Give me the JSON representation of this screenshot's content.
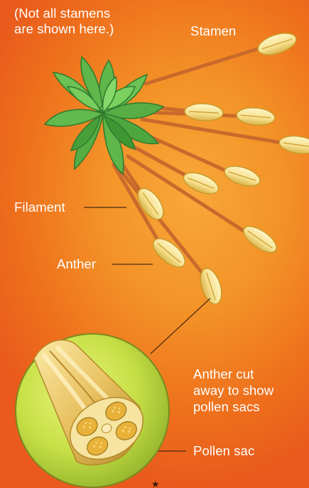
{
  "labels": {
    "note": "(Not all stamens\nare shown here.)",
    "stamen": "Stamen",
    "filament": "Filament",
    "anther": "Anther",
    "cutaway_caption": "Anther cut\naway to show\npollen sacs",
    "pollen_sac": "Pollen sac",
    "footer_star": "★"
  },
  "colors": {
    "background_center": "#f8a83a",
    "background_edge": "#e95a1c",
    "filament": "#c96a2c",
    "anther_fill": "#f8e7a0",
    "anther_outline": "#c99a2a",
    "leaf_fill": "#5fb64a",
    "leaf_dark": "#2f7a2e",
    "inset_fill": "#c7e046",
    "inset_outline": "#7a8a1e",
    "pollen_sac_fill": "#e8b23a",
    "label_text": "#ffffff",
    "leader_line": "#4a2a10"
  },
  "icons": {
    "receptacle": "green-sepal-cluster",
    "anther": "oval-anther",
    "cutaway": "anther-cross-section"
  }
}
